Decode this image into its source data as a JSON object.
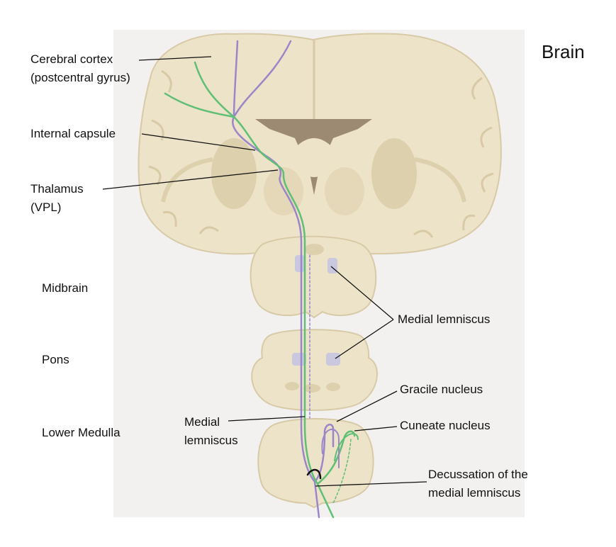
{
  "title": "Brain",
  "labels": {
    "cortex_line1": "Cerebral cortex",
    "cortex_line2": "(postcentral gyrus)",
    "internal_capsule": "Internal capsule",
    "thalamus_line1": "Thalamus",
    "thalamus_line2": "(VPL)",
    "midbrain": "Midbrain",
    "pons": "Pons",
    "lower_medulla": "Lower Medulla",
    "medial_lemniscus_right": "Medial lemniscus",
    "medial_lemniscus_left_line1": "Medial",
    "medial_lemniscus_left_line2": "lemniscus",
    "gracile_nucleus": "Gracile nucleus",
    "cuneate_nucleus": "Cuneate nucleus",
    "decussation_line1": "Decussation of the",
    "decussation_line2": "medial lemniscus"
  },
  "colors": {
    "background_panel": "#f2f1ef",
    "tissue": "#ede3c8",
    "tissue_outline": "#d8caa6",
    "inner_shade": "#ddd0ad",
    "ventricle": "#9c8b72",
    "pathway_purple": "#9a86c8",
    "pathway_green": "#5fbf74",
    "lemniscus_tube": "#c9c8de"
  }
}
